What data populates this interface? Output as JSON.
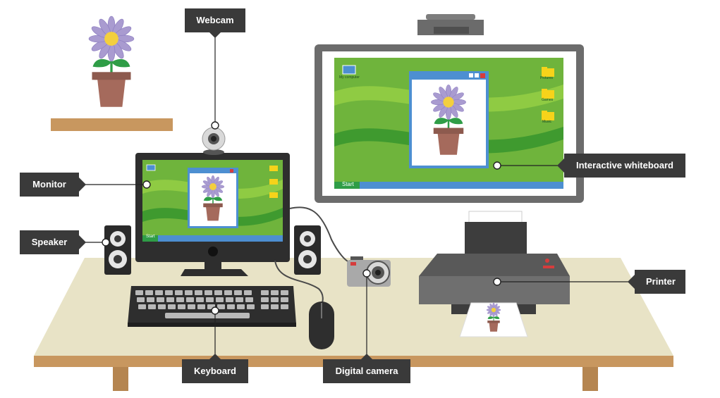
{
  "labels": {
    "webcam": "Webcam",
    "monitor": "Monitor",
    "speaker": "Speaker",
    "keyboard": "Keyboard",
    "digital_camera": "Digital camera",
    "interactive_whiteboard": "Interactive whiteboard",
    "printer": "Printer"
  },
  "desktop": {
    "start_label": "Start",
    "icons": [
      "My computer",
      "Pictures",
      "Games",
      "Music"
    ]
  },
  "colors": {
    "label_bg": "#3a3a3a",
    "desk_top": "#e8e3c6",
    "desk_edge": "#c8975f",
    "desktop_green": "#6fb43c",
    "taskbar_blue": "#4d8fd1",
    "flower_petal": "#a99bd0",
    "flower_center": "#f3cf3e",
    "pot": "#a56a5c"
  }
}
